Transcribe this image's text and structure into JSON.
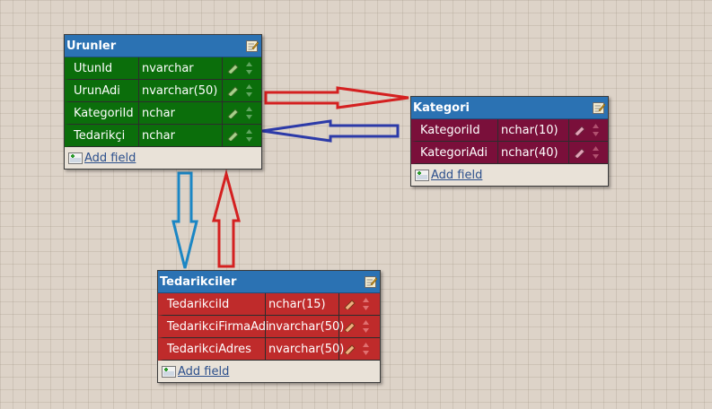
{
  "add_field_label": "Add field",
  "tables": {
    "urunler": {
      "title": "Urunler",
      "fields": [
        {
          "name": "UtunId",
          "type": "nvarchar"
        },
        {
          "name": "UrunAdi",
          "type": "nvarchar(50)"
        },
        {
          "name": "KategoriId",
          "type": "nchar"
        },
        {
          "name": "Tedarikçi",
          "type": "nchar"
        }
      ]
    },
    "kategori": {
      "title": "Kategori",
      "fields": [
        {
          "name": "KategoriId",
          "type": "nchar(10)"
        },
        {
          "name": "KategoriAdi",
          "type": "nchar(40)"
        }
      ]
    },
    "tedarikciler": {
      "title": "Tedarikciler",
      "fields": [
        {
          "name": "TedarikciId",
          "type": "nchar(15)"
        },
        {
          "name": "TedarikciFirmaAdi",
          "type": "nvarchar(50)"
        },
        {
          "name": "TedarikciAdres",
          "type": "nvarchar(50)"
        }
      ]
    }
  },
  "colors": {
    "header": "#2b72b3",
    "urunler_rows": "#0b6e0b",
    "kategori_rows": "#7a0f3a",
    "tedarikciler_rows": "#bf2b2b",
    "arrow_red": "#d42020",
    "arrow_blue": "#2c3aa8",
    "arrow_cyan": "#1b86c4"
  }
}
